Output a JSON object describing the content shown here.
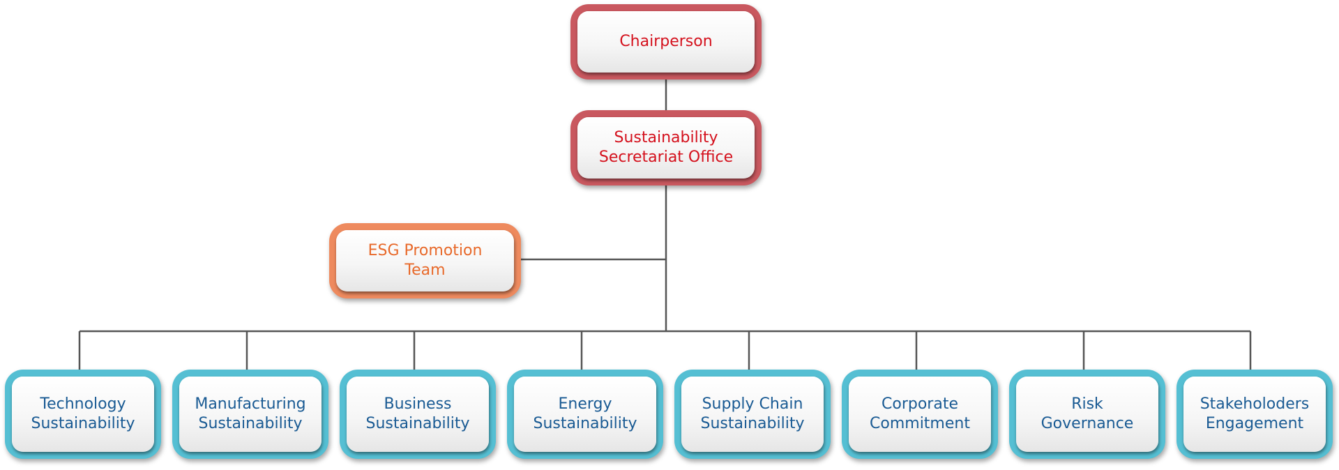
{
  "diagram": {
    "top": [
      {
        "label": "Chairperson",
        "color": "#c9585f",
        "text_color": "#d4101c"
      },
      {
        "label": "Sustainability\nSecretariat Office",
        "color": "#c9585f",
        "text_color": "#d4101c"
      }
    ],
    "side": {
      "label": "ESG Promotion\nTeam",
      "color": "#ee8a5e",
      "text_color": "#e8692a"
    },
    "departments": [
      {
        "label": "Technology\nSustainability"
      },
      {
        "label": "Manufacturing\nSustainability"
      },
      {
        "label": "Business\nSustainability"
      },
      {
        "label": "Energy\nSustainability"
      },
      {
        "label": "Supply Chain\nSustainability"
      },
      {
        "label": "Corporate\nCommitment"
      },
      {
        "label": "Risk\nGovernance"
      },
      {
        "label": "Stakeholoders\nEngagement"
      }
    ],
    "department_color": "#55bfd3",
    "department_text_color": "#195a93",
    "connector_color": "#555555"
  }
}
